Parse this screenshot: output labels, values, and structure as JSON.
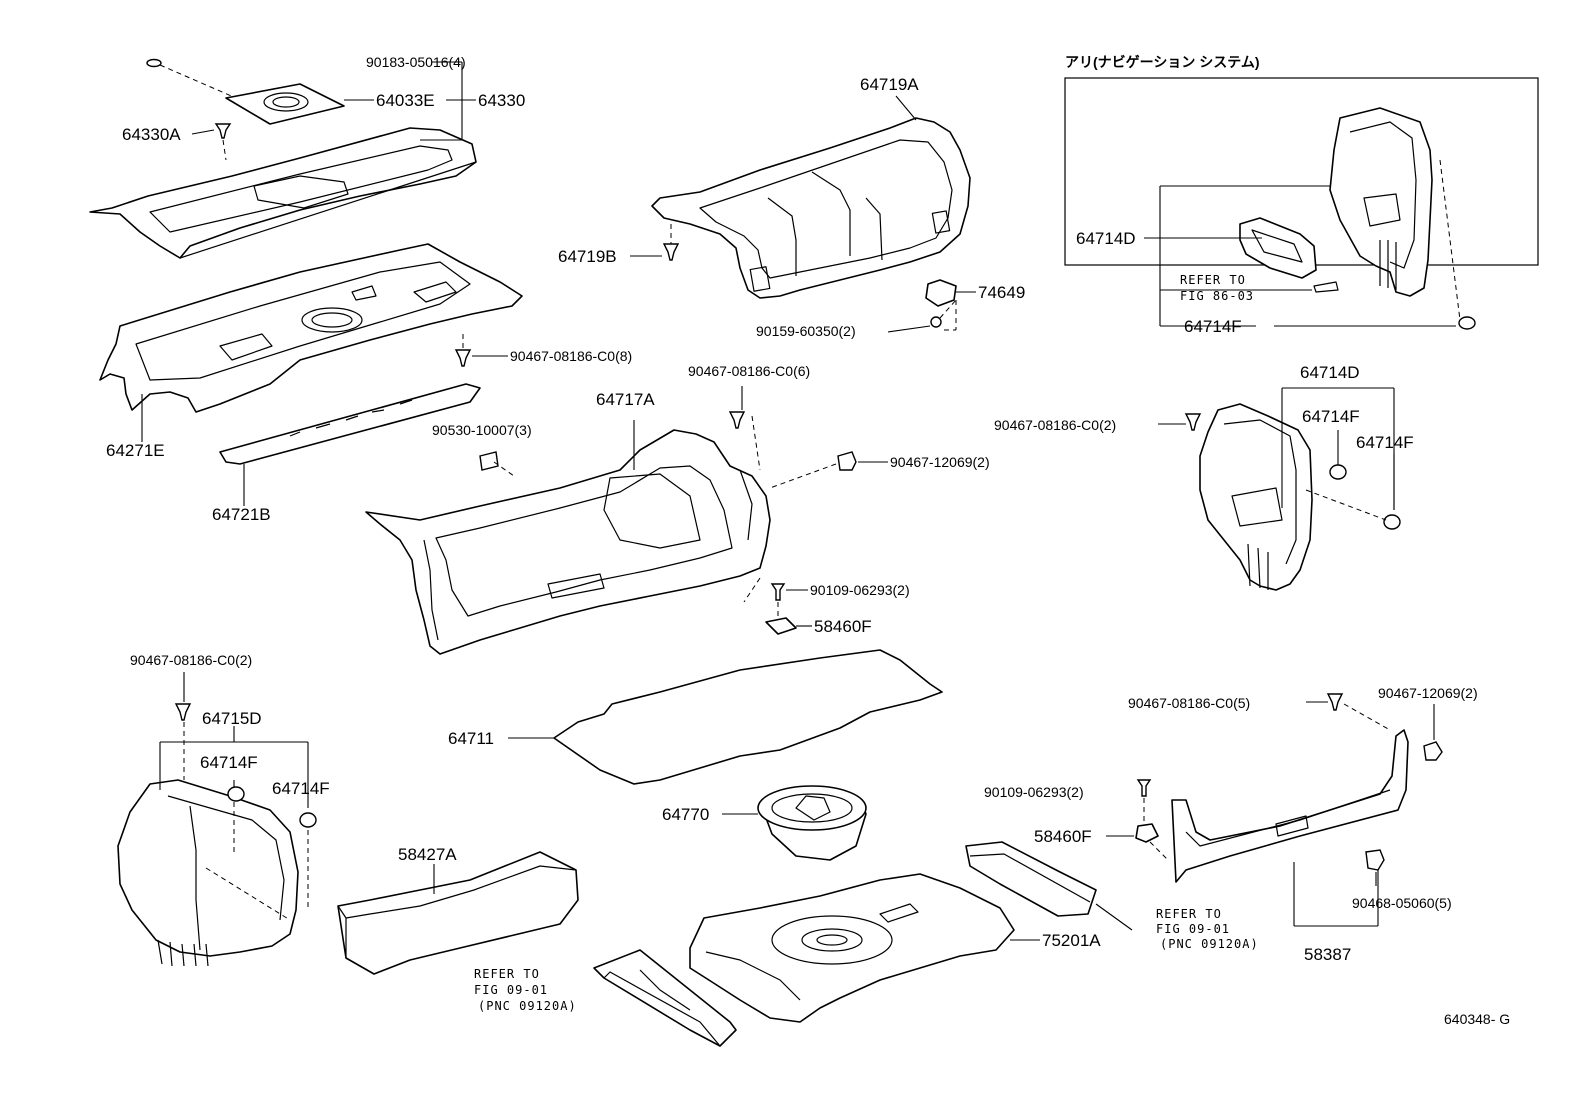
{
  "diagram": {
    "figure_id": "640348- G",
    "inset_title": "アリ(ナビゲーション システム)",
    "labels": {
      "p90183": "90183-05016(4)",
      "p64033E": "64033E",
      "p64330": "64330",
      "p64330A": "64330A",
      "p64719A": "64719A",
      "p64719B": "64719B",
      "p74649": "74649",
      "p90159": "90159-60350(2)",
      "p90467_8": "90467-08186-C0(8)",
      "p64271E": "64271E",
      "p90530": "90530-10007(3)",
      "p64721B": "64721B",
      "p90467_6": "90467-08186-C0(6)",
      "p64717A": "64717A",
      "p90467_12069_a": "90467-12069(2)",
      "p90109_a": "90109-06293(2)",
      "p58460F_a": "58460F",
      "p90467_2_a": "90467-08186-C0(2)",
      "p64715D": "64715D",
      "p64714F_a": "64714F",
      "p64714F_b": "64714F",
      "p64711": "64711",
      "p64770": "64770",
      "p58427A": "58427A",
      "p75201A": "75201A",
      "p90109_b": "90109-06293(2)",
      "p58460F_b": "58460F",
      "p90467_5": "90467-08186-C0(5)",
      "p90467_12069_b": "90467-12069(2)",
      "p90468": "90468-05060(5)",
      "p58387": "58387",
      "p64714D_inset": "64714D",
      "p64714F_inset": "64714F",
      "p64714D_r": "64714D",
      "p90467_2_r": "90467-08186-C0(2)",
      "p64714F_r1": "64714F",
      "p64714F_r2": "64714F"
    },
    "refs": {
      "inset_refer_1": "REFER TO",
      "inset_refer_2": "FIG 86-03",
      "right_refer_1": "REFER TO",
      "right_refer_2": "FIG 09-01",
      "right_refer_3": "(PNC 09120A)",
      "bottom_refer_1": "REFER TO",
      "bottom_refer_2": "FIG 09-01",
      "bottom_refer_3": "(PNC 09120A)"
    }
  }
}
